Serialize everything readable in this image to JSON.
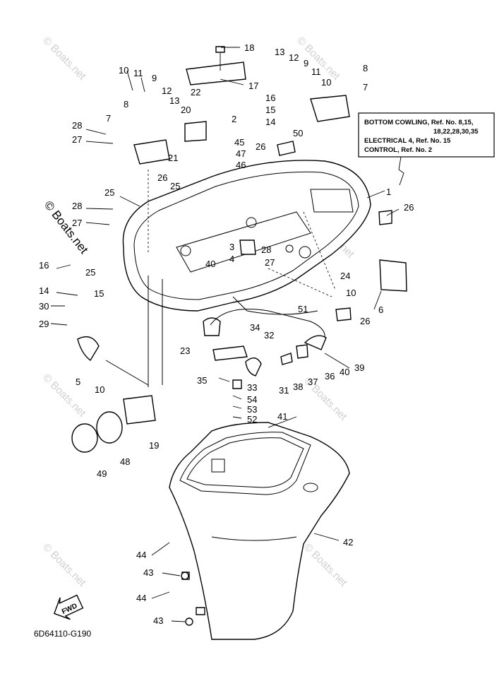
{
  "watermark": "© Boats.net",
  "reference_box": {
    "lines": [
      "BOTTOM COWLING, Ref. No. 8,15,",
      "18,22,28,30,35",
      "ELECTRICAL 4, Ref. No. 15",
      "CONTROL, Ref. No. 2"
    ]
  },
  "diagram_code": "6D64110-G190",
  "fwd_label": "FWD",
  "callouts": {
    "c1": "1",
    "c2": "2",
    "c3": "3",
    "c4": "4",
    "c5": "5",
    "c6": "6",
    "c7a": "7",
    "c7b": "7",
    "c8a": "8",
    "c8b": "8",
    "c9a": "9",
    "c9b": "9",
    "c10a": "10",
    "c10b": "10",
    "c10c": "10",
    "c10d": "10",
    "c11a": "11",
    "c11b": "11",
    "c12a": "12",
    "c12b": "12",
    "c13a": "13",
    "c13b": "13",
    "c14a": "14",
    "c14b": "14",
    "c15a": "15",
    "c15b": "15",
    "c16a": "16",
    "c16b": "16",
    "c17": "17",
    "c18": "18",
    "c19": "19",
    "c20": "20",
    "c21": "21",
    "c22": "22",
    "c23": "23",
    "c24": "24",
    "c25a": "25",
    "c25b": "25",
    "c25c": "25",
    "c26a": "26",
    "c26b": "26",
    "c26c": "26",
    "c26d": "26",
    "c27a": "27",
    "c27b": "27",
    "c27c": "27",
    "c28a": "28",
    "c28b": "28",
    "c28c": "28",
    "c29": "29",
    "c30": "30",
    "c31": "31",
    "c32": "32",
    "c33": "33",
    "c34": "34",
    "c35": "35",
    "c36": "36",
    "c37": "37",
    "c38": "38",
    "c39": "39",
    "c40a": "40",
    "c40b": "40",
    "c41": "41",
    "c42": "42",
    "c43a": "43",
    "c43b": "43",
    "c44a": "44",
    "c44b": "44",
    "c45": "45",
    "c46": "46",
    "c47": "47",
    "c48": "48",
    "c49": "49",
    "c50": "50",
    "c51": "51",
    "c52": "52",
    "c53": "53",
    "c54": "54"
  }
}
